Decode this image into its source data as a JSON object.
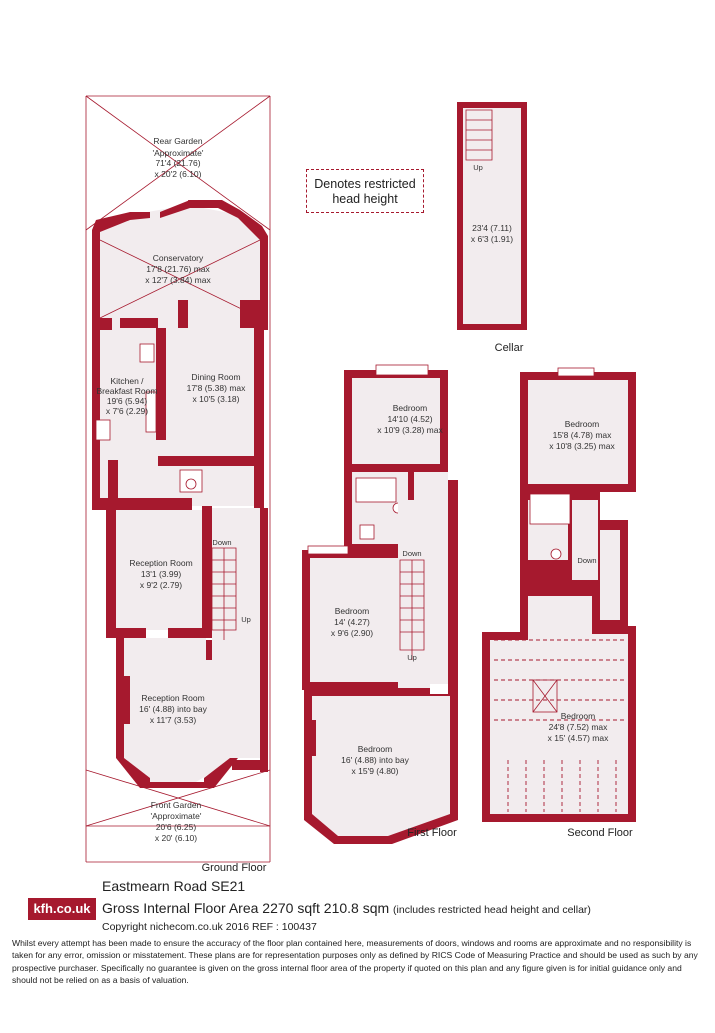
{
  "legend": {
    "line1": "Denotes restricted",
    "line2": "head height"
  },
  "rooms": {
    "rear_garden": {
      "l1": "Rear Garden",
      "l2": "'Approximate'",
      "l3": "71'4 (21.76)",
      "l4": "x 20'2 (6.10)"
    },
    "conservatory": {
      "l1": "Conservatory",
      "l2": "17'8 (21.76) max",
      "l3": "x 12'7 (3.84) max"
    },
    "kitchen": {
      "l1": "Kitchen /",
      "l2": "Breakfast Room",
      "l3": "19'6 (5.94)",
      "l4": "x 7'6 (2.29)"
    },
    "dining": {
      "l1": "Dining Room",
      "l2": "17'8 (5.38) max",
      "l3": "x 10'5 (3.18)"
    },
    "reception1": {
      "l1": "Reception Room",
      "l2": "13'1 (3.99)",
      "l3": "x 9'2 (2.79)"
    },
    "reception2": {
      "l1": "Reception Room",
      "l2": "16' (4.88) into bay",
      "l3": "x 11'7 (3.53)"
    },
    "front_garden": {
      "l1": "Front Garden",
      "l2": "'Approximate'",
      "l3": "20'6 (6.25)",
      "l4": "x 20' (6.10)"
    },
    "cellar": {
      "l1": "23'4 (7.11)",
      "l2": "x 6'3 (1.91)"
    },
    "ff_bed1": {
      "l1": "Bedroom",
      "l2": "14'10 (4.52)",
      "l3": "x 10'9 (3.28) max"
    },
    "ff_bed2": {
      "l1": "Bedroom",
      "l2": "14' (4.27)",
      "l3": "x 9'6 (2.90)"
    },
    "ff_bed3": {
      "l1": "Bedroom",
      "l2": "16' (4.88) into bay",
      "l3": "x 15'9 (4.80)"
    },
    "sf_bed1": {
      "l1": "Bedroom",
      "l2": "15'8 (4.78) max",
      "l3": "x 10'8 (3.25) max"
    },
    "sf_bed2": {
      "l1": "Bedroom",
      "l2": "24'8 (7.52) max",
      "l3": "x 15' (4.57) max"
    }
  },
  "stairs": {
    "up": "Up",
    "down": "Down"
  },
  "floors": {
    "ground": "Ground Floor",
    "first": "First Floor",
    "second": "Second Floor",
    "cellar": "Cellar"
  },
  "footer": {
    "logo": "kfh.co.uk",
    "address": "Eastmearn Road  SE21",
    "area": "Gross Internal Floor Area 2270 sqft 210.8 sqm",
    "area_note": "(includes restricted head height and cellar)",
    "copyright": "Copyright nichecom.co.uk 2016 REF : 100437",
    "disclaimer": "Whilst every attempt has been made to ensure the accuracy of the floor plan contained here, measurements of doors, windows and rooms are approximate and no responsibility is taken for any error, omission or misstatement. These plans are for representation purposes only as defined by RICS Code of Measuring Practice and should be used as such by any prospective purchaser. Specifically no guarantee is given on the gross internal floor area of the property if quoted on this plan and any figure given is for initial guidance only and should not be relied on as a basis of valuation."
  },
  "colors": {
    "wall": "#a6192e",
    "floor": "#f2ecee",
    "logo_bg": "#a6192e"
  }
}
